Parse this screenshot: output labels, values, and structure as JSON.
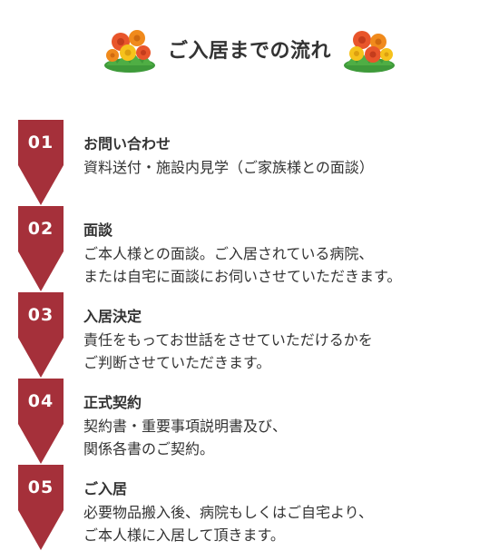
{
  "header": {
    "title": "ご入居までの流れ"
  },
  "colors": {
    "badge": "#a5303a",
    "text": "#333333"
  },
  "steps": [
    {
      "number": "01",
      "title": "お問い合わせ",
      "lines": [
        "資料送付・施設内見学（ご家族様との面談）"
      ]
    },
    {
      "number": "02",
      "title": "面談",
      "lines": [
        "ご本人様との面談。ご入居されている病院、",
        "または自宅に面談にお伺いさせていただきます。"
      ]
    },
    {
      "number": "03",
      "title": "入居決定",
      "lines": [
        "責任をもってお世話をさせていただけるかを",
        "ご判断させていただきます。"
      ]
    },
    {
      "number": "04",
      "title": "正式契約",
      "lines": [
        "契約書・重要事項説明書及び、",
        "関係各書のご契約。"
      ]
    },
    {
      "number": "05",
      "title": "ご入居",
      "lines": [
        "必要物品搬入後、病院もしくはご自宅より、",
        "ご本人様に入居して頂きます。"
      ]
    }
  ]
}
